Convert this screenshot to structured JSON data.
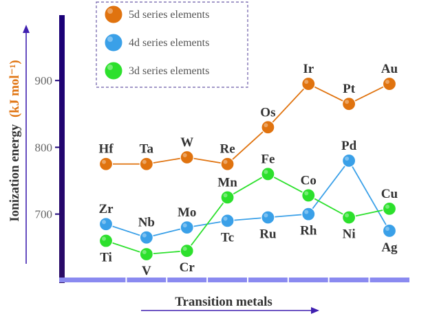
{
  "chart_data": {
    "type": "line",
    "xlabel": "Transition metals",
    "ylabel": "Ionization energy",
    "ylabel_unit": "(kJ mol⁻¹)",
    "yticks": [
      700,
      800,
      900
    ],
    "ylim": [
      605,
      1000
    ],
    "legend_position": "top-left",
    "series": [
      {
        "name": "5d series elements",
        "color": "#e0730f",
        "elements": [
          "Hf",
          "Ta",
          "W",
          "Re",
          "Os",
          "Ir",
          "Pt",
          "Au"
        ],
        "values": [
          775,
          775,
          785,
          775,
          830,
          895,
          865,
          895
        ],
        "label_side": [
          "above",
          "above",
          "above",
          "above",
          "above",
          "above",
          "above",
          "above"
        ]
      },
      {
        "name": "4d series elements",
        "color": "#3aa0e8",
        "elements": [
          "Zr",
          "Nb",
          "Mo",
          "Tc",
          "Ru",
          "Rh",
          "Pd",
          "Ag"
        ],
        "values": [
          685,
          665,
          680,
          690,
          695,
          700,
          780,
          675
        ],
        "label_side": [
          "above",
          "above",
          "above",
          "below",
          "below",
          "below",
          "above",
          "below"
        ]
      },
      {
        "name": "3d series elements",
        "color": "#2ce02c",
        "elements": [
          "Ti",
          "V",
          "Cr",
          "Mn",
          "Fe",
          "Co",
          "Ni",
          "Cu"
        ],
        "values": [
          660,
          640,
          645,
          725,
          760,
          728,
          695,
          708
        ],
        "label_side": [
          "below",
          "below",
          "below",
          "above",
          "above",
          "above",
          "below",
          "above"
        ]
      }
    ]
  }
}
